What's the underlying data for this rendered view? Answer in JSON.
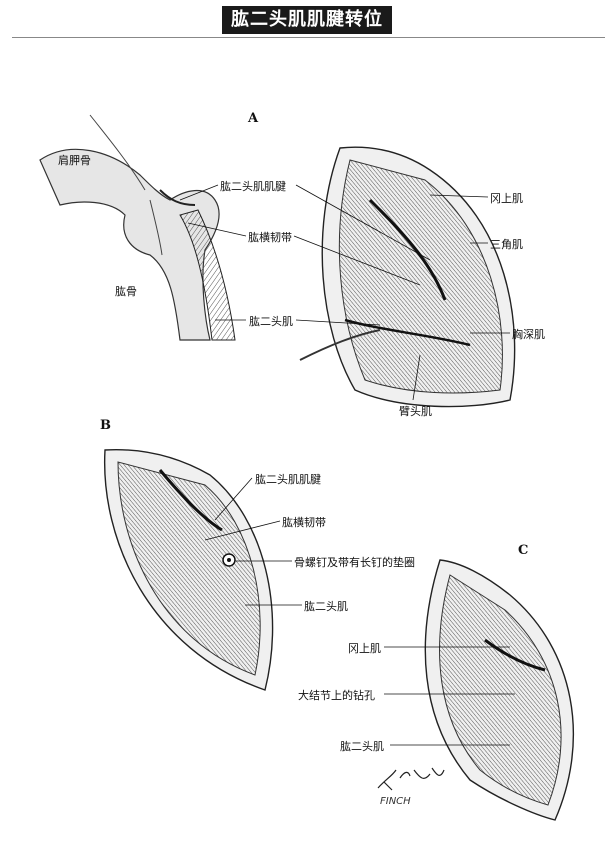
{
  "title": "肱二头肌肌腱转位",
  "panels": {
    "a": "A",
    "b": "B",
    "c": "C"
  },
  "labels": {
    "a_scapula": "肩胛骨",
    "a_humerus": "肱骨",
    "a_biceps_tendon": "肱二头肌肌腱",
    "a_transverse_lig": "肱横韧带",
    "a_biceps_muscle": "肱二头肌",
    "a_supraspinatus": "冈上肌",
    "a_deltoid": "三角肌",
    "a_pectoralis": "胸深肌",
    "a_brachiocephalic": "臂头肌",
    "b_biceps_tendon": "肱二头肌肌腱",
    "b_transverse_lig": "肱横韧带",
    "b_screw": "骨螺钉及带有长钉的垫圈",
    "b_biceps_muscle": "肱二头肌",
    "c_supraspinatus": "冈上肌",
    "c_drill_hole": "大结节上的钻孔",
    "c_biceps_muscle": "肱二头肌"
  },
  "signature": "FINCH"
}
